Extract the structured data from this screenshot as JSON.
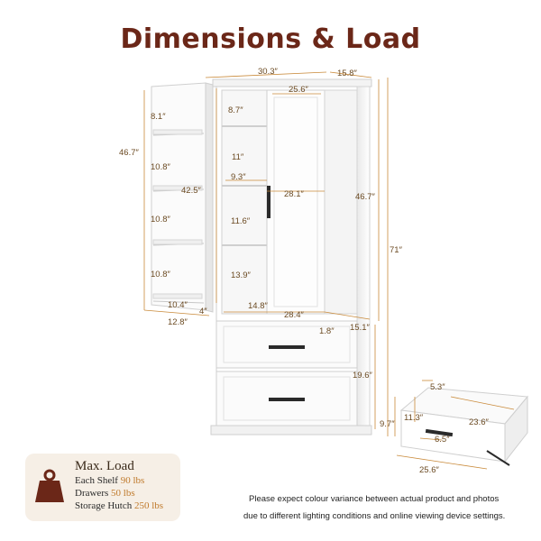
{
  "title": "Dimensions & Load",
  "dimensions": {
    "top_width": "30.3″",
    "top_depth": "15.8″",
    "inner_width": "25.6″",
    "door_shelf_1": "8.1″",
    "upper_height": "46.7″",
    "door_shelf_2": "10.8″",
    "door_height": "42.5″",
    "door_shelf_3": "10.8″",
    "door_shelf_4": "10.8″",
    "door_shelf_width": "10.4″",
    "door_depth": "4″",
    "door_width": "12.8″",
    "cab_shelf_1": "8.7″",
    "cab_shelf_2": "11″",
    "cab_inner_depth": "9.3″",
    "cab_inner_width": "28.1″",
    "cab_shelf_3": "11.6″",
    "cab_shelf_4": "13.9″",
    "cab_bottom_depth": "14.8″",
    "base_width": "28.4″",
    "side_thickness": "1.8″",
    "base_depth": "15.1″",
    "right_upper_height": "46.7″",
    "total_height": "71″",
    "drawer_section_height": "19.6″",
    "drawer_height": "9.7″",
    "drawer_side": "5.3″",
    "drawer_inner_depth": "11.3″",
    "drawer_length": "23.6″",
    "drawer_front_height": "6.5″",
    "drawer_width": "25.6″"
  },
  "load": {
    "title": "Max. Load",
    "shelf_label": "Each Shelf",
    "shelf_value": "90 lbs",
    "drawers_label": "Drawers",
    "drawers_value": "50 lbs",
    "hutch_label": "Storage Hutch",
    "hutch_value": "250 lbs",
    "icon": "weight-icon"
  },
  "note": {
    "line1": "Please expect colour variance between actual product and photos",
    "line2": "due to different lighting conditions and online viewing device settings."
  },
  "colors": {
    "title": "#6b2718",
    "dimension_line": "#c98a3a",
    "load_highlight": "#c07a2c",
    "load_box": "#f6efe6"
  }
}
